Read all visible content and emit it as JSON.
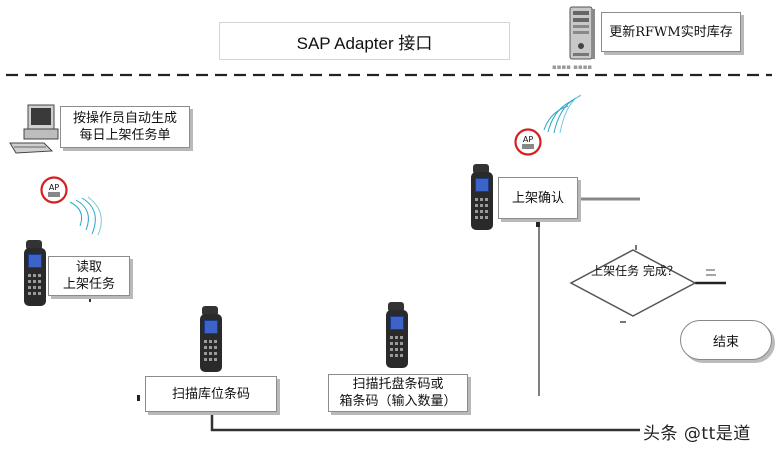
{
  "header": {
    "title": "SAP Adapter 接口",
    "update_label": "更新RFWM实时库存",
    "server_caption": "▪▪▪▪ ▪▪▪▪"
  },
  "nodes": {
    "generate_line1": "按操作员自动生成",
    "generate_line2": "每日上架任务单",
    "read_line1": "读取",
    "read_line2": "上架任务",
    "scan_bin": "扫描库位条码",
    "scan_pallet_line1": "扫描托盘条码或",
    "scan_pallet_line2": "箱条码（输入数量）",
    "confirm": "上架确认",
    "decision_line1": "上架任务",
    "decision_line2": "完成？",
    "end": "结束"
  },
  "badges": {
    "ap_label": "AP"
  },
  "watermark": "头条 @tt是道",
  "icons": [
    "server-icon",
    "desktop-computer-icon",
    "handheld-scanner-icon",
    "access-point-icon",
    "wifi-signal-icon"
  ],
  "colors": {
    "ap_ring": "#d42020",
    "wifi": "#2fa6c8",
    "line": "#3a3a3a",
    "box_shadow": "#b9b9b9"
  }
}
